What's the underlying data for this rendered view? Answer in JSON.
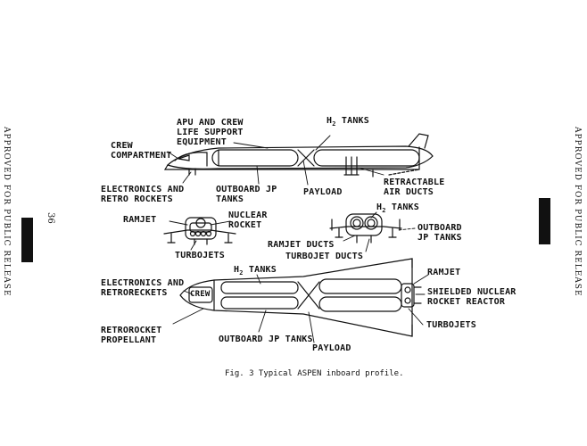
{
  "side_text": {
    "left": "APPROVED FOR PUBLIC RELEASE",
    "right": "APPROVED FOR PUBLIC RELEASE"
  },
  "page_number": "36",
  "caption": "Fig. 3   Typical ASPEN inboard profile.",
  "side_view_labels": {
    "apu": "APU AND CREW\nLIFE SUPPORT\nEQUIPMENT",
    "h2_tanks_prefix": "H",
    "h2_tanks_sub": "2",
    "h2_tanks_suffix": " TANKS",
    "crew_compartment": "CREW\nCOMPARTMENT",
    "electronics": "ELECTRONICS AND\nRETRO ROCKETS",
    "outboard_jp": "OUTBOARD JP\nTANKS",
    "payload": "PAYLOAD",
    "retractable": "RETRACTABLE\nAIR DUCTS"
  },
  "front_view_labels": {
    "ramjet": "RAMJET",
    "nuclear_rocket": "NUCLEAR\nROCKET",
    "turbojets": "TURBOJETS"
  },
  "rear_view_labels": {
    "h2_tanks_prefix": "H",
    "h2_tanks_sub": "2",
    "h2_tanks_suffix": " TANKS",
    "outboard_jp": "OUTBOARD\nJP TANKS",
    "ramjet_ducts": "RAMJET DUCTS",
    "turbojet_ducts": "TURBOJET DUCTS"
  },
  "plan_view_labels": {
    "electronics": "ELECTRONICS AND\nRETRORECKETS",
    "h2_tanks_prefix": "H",
    "h2_tanks_sub": "2",
    "h2_tanks_suffix": " TANKS",
    "crew": "CREW",
    "ramjet": "RAMJET",
    "shielded": "SHIELDED NUCLEAR\nROCKET REACTOR",
    "turbojets": "TURBOJETS",
    "retrorocket": "RETROROCKET\nPROPELLANT",
    "outboard_jp": "OUTBOARD JP TANKS",
    "payload": "PAYLOAD"
  }
}
